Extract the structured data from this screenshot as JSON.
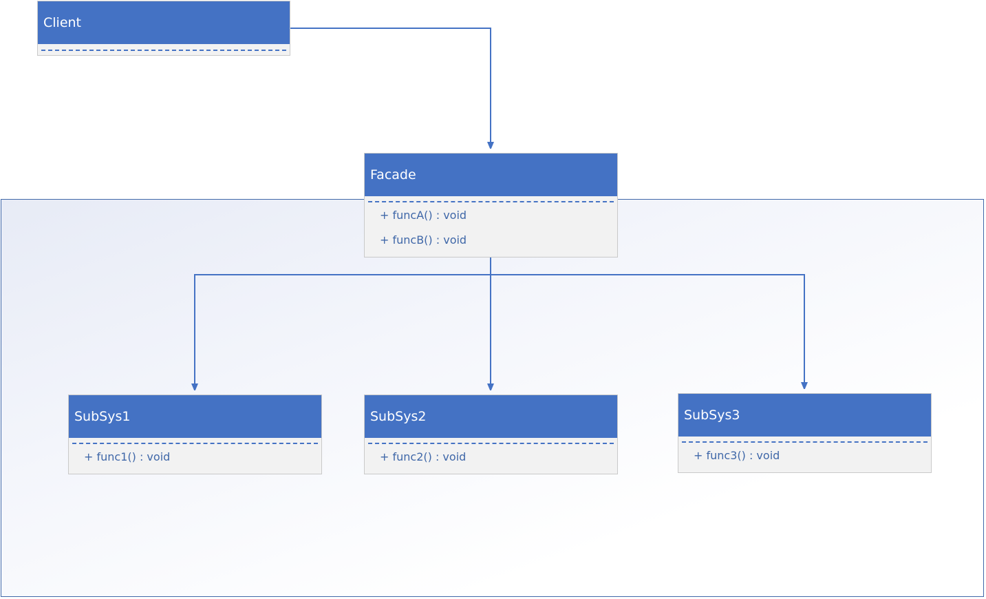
{
  "colors": {
    "header_fill": "#4472c4",
    "header_text": "#ffffff",
    "body_fill": "#f2f2f2",
    "member_text": "#3f67a8",
    "connector": "#4472c4",
    "frame_border": "#3f67a8"
  },
  "classes": {
    "client": {
      "name": "Client",
      "members": []
    },
    "facade": {
      "name": "Facade",
      "members": [
        "+ funcA() : void",
        "+ funcB() : void"
      ]
    },
    "subsys1": {
      "name": "SubSys1",
      "members": [
        "+ func1() : void"
      ]
    },
    "subsys2": {
      "name": "SubSys2",
      "members": [
        "+ func2() : void"
      ]
    },
    "subsys3": {
      "name": "SubSys3",
      "members": [
        "+ func3() : void"
      ]
    }
  },
  "connections": [
    {
      "from": "Client",
      "to": "Facade"
    },
    {
      "from": "Facade",
      "to": "SubSys1"
    },
    {
      "from": "Facade",
      "to": "SubSys2"
    },
    {
      "from": "Facade",
      "to": "SubSys3"
    }
  ]
}
